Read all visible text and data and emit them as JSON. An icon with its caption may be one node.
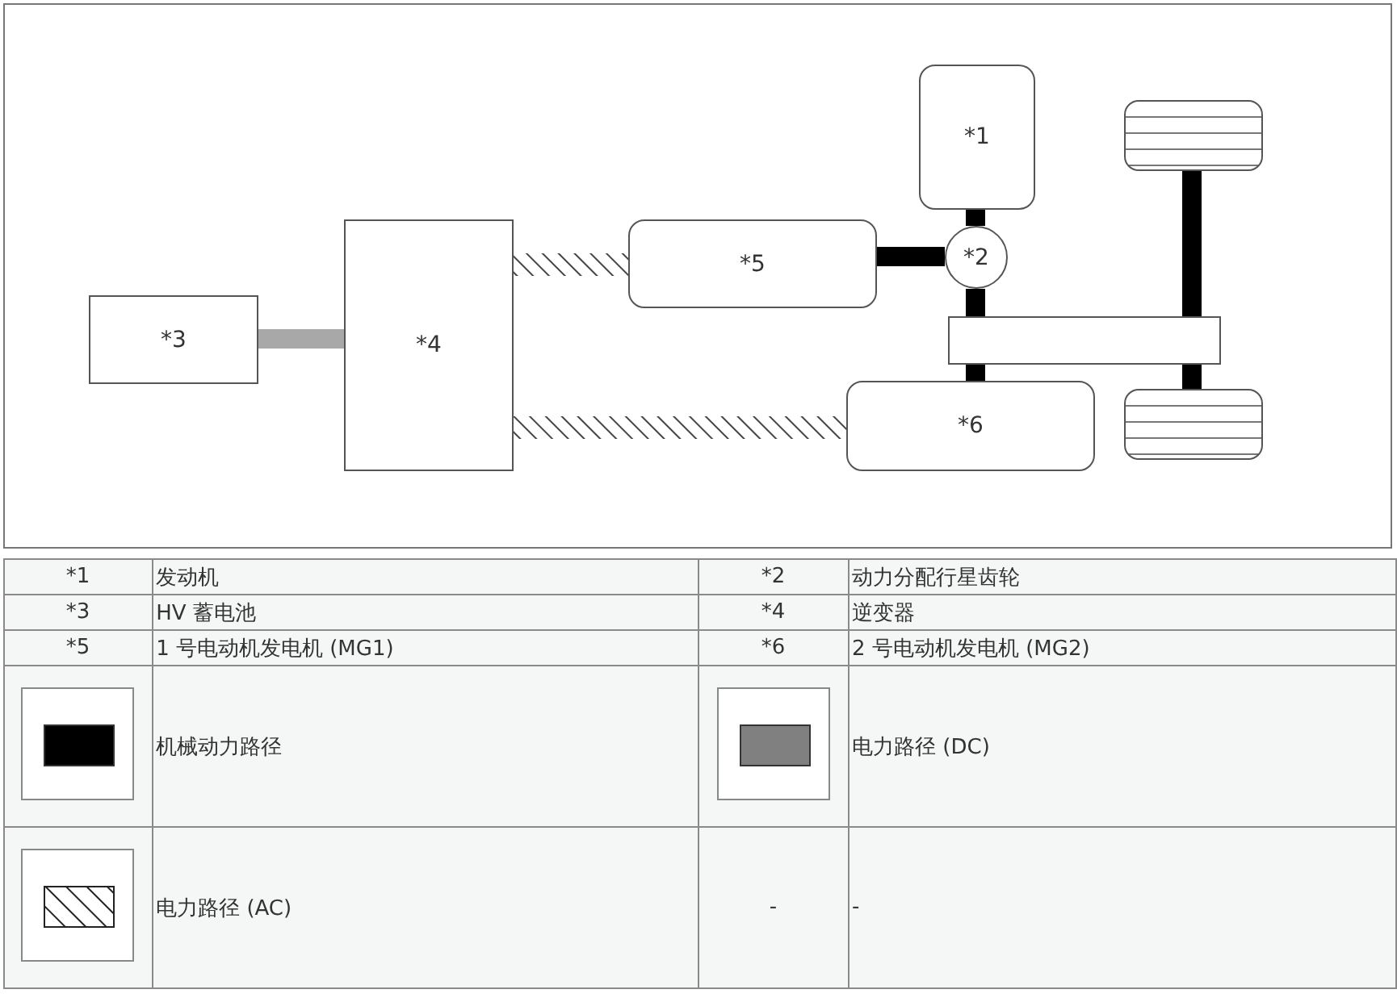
{
  "diagram": {
    "nodes": [
      {
        "text": [
          "*1"
        ]
      },
      {
        "text": [
          "*2"
        ]
      },
      {
        "text": [
          "*3"
        ]
      },
      {
        "text": [
          "*4"
        ]
      },
      {
        "text": [
          "*5"
        ]
      },
      {
        "text": [
          "*6"
        ]
      },
      {
        "text": [],
        "shape": "bar"
      },
      {
        "text": [],
        "shape": "wheel"
      },
      {
        "text": [],
        "shape": "wheel"
      }
    ],
    "edges": [
      {
        "from": 2,
        "to": 3,
        "arrow": "none",
        "color": "#a8a8a8"
      },
      {
        "from": 3,
        "to": 4,
        "arrow": "none",
        "style": "dashed"
      },
      {
        "from": 3,
        "to": 5,
        "arrow": "none",
        "style": "dashed"
      },
      {
        "from": 4,
        "to": 1,
        "arrow": "none"
      },
      {
        "from": 0,
        "to": 1,
        "arrow": "none"
      },
      {
        "from": 1,
        "to": 6,
        "arrow": "none"
      },
      {
        "from": 6,
        "to": 5,
        "arrow": "none"
      },
      {
        "from": 7,
        "to": 6,
        "arrow": "none"
      },
      {
        "from": 6,
        "to": 8,
        "arrow": "none"
      }
    ],
    "labels": [
      "*1",
      "发动机",
      "*2",
      "动力分配行星齿轮",
      "*3",
      "HV 蓄电池",
      "*4",
      "逆变器",
      "*5",
      "1 号电动机发电机 (MG1)",
      "*6",
      "2 号电动机发电机 (MG2)",
      "-",
      "-"
    ],
    "legend": [
      {
        "text": "机械动力路径",
        "color": "#000000"
      },
      {
        "text": "电力路径 (DC)",
        "color": "#808080"
      },
      {
        "text": "电力路径 (AC)"
      }
    ]
  }
}
